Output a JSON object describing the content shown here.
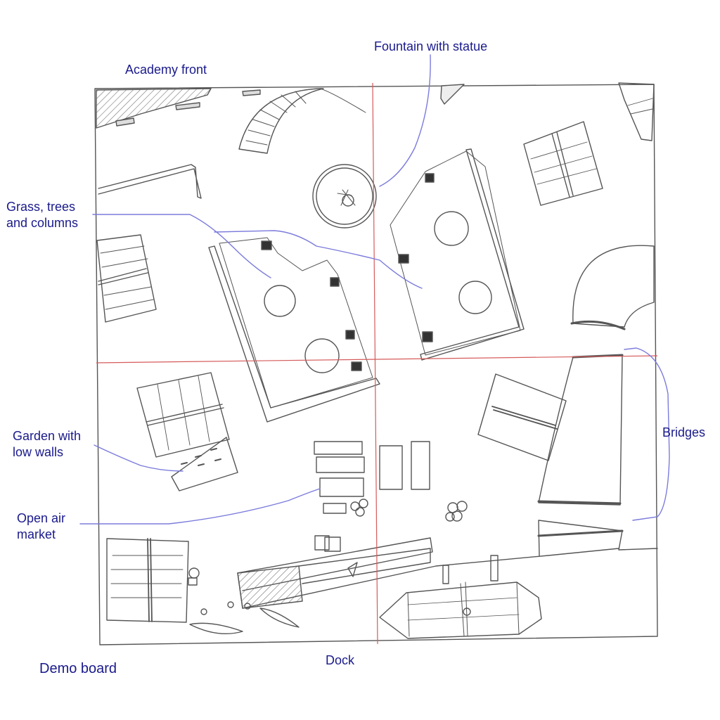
{
  "labels": {
    "fountain": "Fountain with statue",
    "academy": "Academy front",
    "grass": "Grass, trees\nand columns",
    "bridges": "Bridges",
    "garden": "Garden with\nlow walls",
    "market": "Open air\nmarket",
    "dock": "Dock",
    "demo": "Demo board"
  },
  "colors": {
    "label_text": "#1a1a8c",
    "leader_line": "#7b7bdc",
    "guide_line": "#d65a5a",
    "pencil": "#555555",
    "hatch": "#777777"
  }
}
